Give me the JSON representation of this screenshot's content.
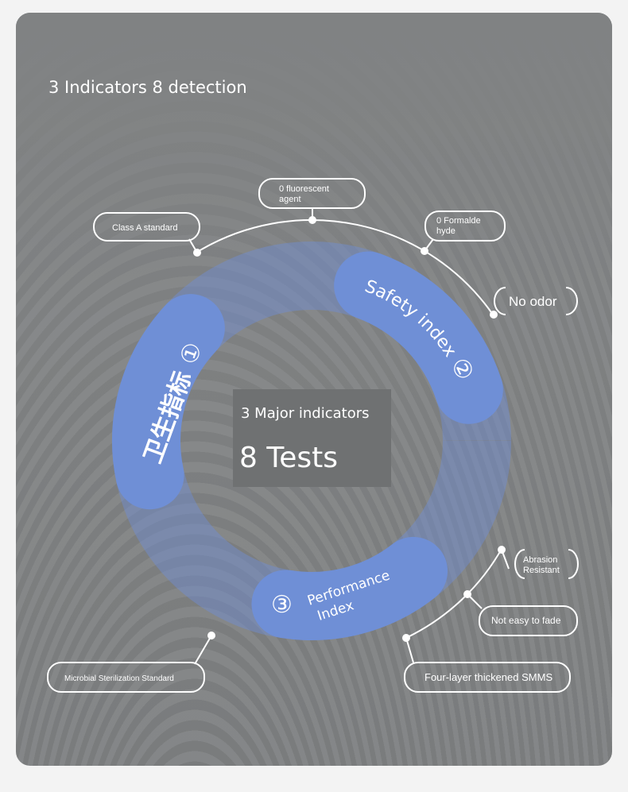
{
  "title": "3 Indicators 8 detection",
  "center": {
    "line1": "3 Major indicators",
    "line2": "8 Tests"
  },
  "segments": {
    "hygiene": {
      "label": "卫生指标",
      "number": "①"
    },
    "safety": {
      "label": "Safety index",
      "number": "②"
    },
    "performance": {
      "label_line1": "Performance",
      "label_line2": "Index",
      "number": "③"
    }
  },
  "labels": {
    "class_a": "Class A standard",
    "fluorescent_1": "0 fluorescent",
    "fluorescent_2": "agent",
    "formaldehyde_1": "0 Formalde",
    "formaldehyde_2": "hyde",
    "no_odor": "No odor",
    "abrasion_1": "Abrasion",
    "abrasion_2": "Resistant",
    "fade": "Not easy to fade",
    "smms": "Four-layer thickened SMMS",
    "microbial": "Microbial Sterilization Standard"
  },
  "colors": {
    "ring": "#6f8fd6",
    "card": "#808283",
    "box": "#6f7172"
  }
}
